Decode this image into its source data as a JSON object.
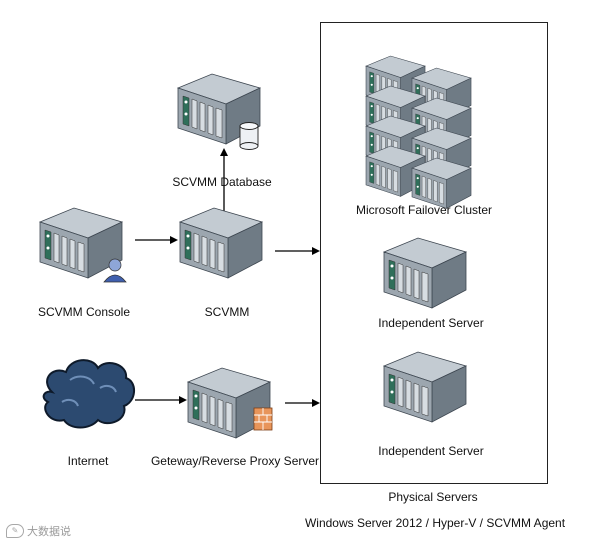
{
  "nodes": {
    "scvmm_database": "SCVMM Database",
    "scvmm_console": "SCVMM Console",
    "scvmm": "SCVMM",
    "internet": "Internet",
    "gateway": "Geteway/Reverse Proxy Server",
    "failover_cluster": "Microsoft Failover Cluster",
    "independent_server_1": "Independent Server",
    "independent_server_2": "Independent Server"
  },
  "group": {
    "label": "Physical Servers",
    "caption": "Windows Server 2012 / Hyper-V / SCVMM Agent"
  },
  "watermark": {
    "text": "大数据说"
  },
  "colors": {
    "server_top": "#b8c0c8",
    "server_side": "#7d8891",
    "server_front": "#9aa4ad",
    "cloud": "#2c4a70",
    "line": "#000000"
  }
}
